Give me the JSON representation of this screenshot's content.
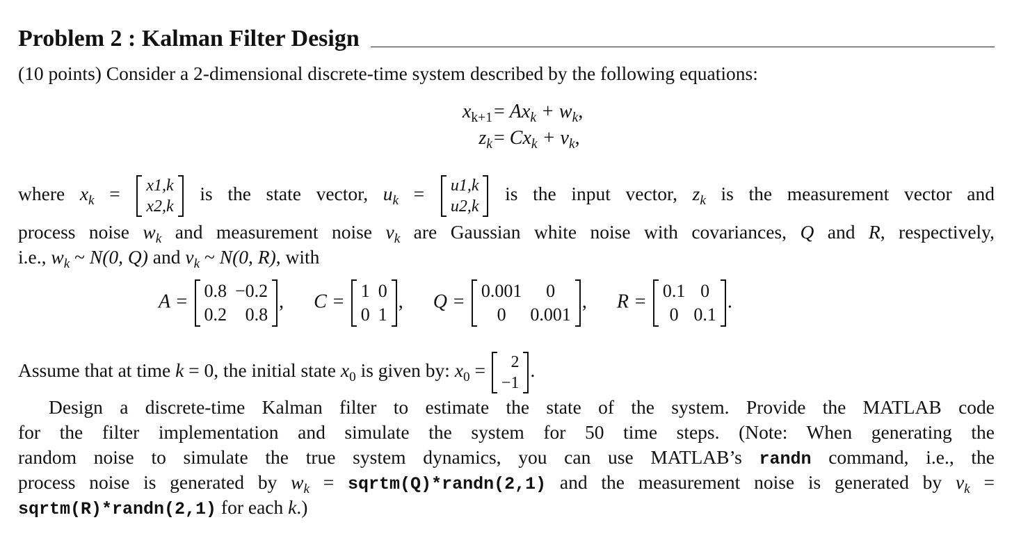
{
  "title": "Problem 2 : Kalman Filter Design",
  "intro": "(10 points) Consider a 2-dimensional discrete-time system described by the following equations:",
  "equations": {
    "eq1_lhs": "x",
    "eq1_lhs_sub": "k+1",
    "eq1_rhs_a": "= ",
    "eq1_rhs_b": "Ax",
    "eq1_rhs_b_sub": "k",
    "eq1_rhs_c": " + w",
    "eq1_rhs_c_sub": "k",
    "eq1_end": ",",
    "eq2_lhs": "z",
    "eq2_lhs_sub": "k",
    "eq2_rhs_a": "= ",
    "eq2_rhs_b": "Cx",
    "eq2_rhs_b_sub": "k",
    "eq2_rhs_c": " + v",
    "eq2_rhs_c_sub": "k",
    "eq2_end": ","
  },
  "where_line": {
    "w1": "where ",
    "xk": "x",
    "eq": " = ",
    "x_vec": [
      "x1,k",
      "x2,k"
    ],
    "w2": " is the state vector, ",
    "uk": "u",
    "u_vec": [
      "u1,k",
      "u2,k"
    ],
    "w3": " is the input vector, ",
    "zk": "z",
    "w4": " is the measurement vector and"
  },
  "noise_line1": {
    "a": "process noise ",
    "wk": "w",
    "b": " and measurement noise ",
    "vk": "v",
    "c": " are Gaussian white noise with covariances, ",
    "Q": "Q",
    "d": " and ",
    "R": "R",
    "e": ", respectively,"
  },
  "noise_line2": {
    "a": "i.e., ",
    "wk": "w",
    "b": " ~ ",
    "dist1": "N(0, Q)",
    "c": " and ",
    "vk": "v",
    "d": " ~ ",
    "dist2": "N(0, R)",
    "e": ", with"
  },
  "matrices": {
    "A_label": "A =",
    "A": [
      [
        "0.8",
        "−0.2"
      ],
      [
        "0.2",
        "0.8"
      ]
    ],
    "C_label": "C =",
    "C": [
      [
        "1",
        "0"
      ],
      [
        "0",
        "1"
      ]
    ],
    "Q_label": "Q =",
    "Q": [
      [
        "0.001",
        "0"
      ],
      [
        "0",
        "0.001"
      ]
    ],
    "R_label": "R =",
    "R": [
      [
        "0.1",
        "0"
      ],
      [
        "0",
        "0.1"
      ]
    ]
  },
  "assume": {
    "a": "Assume that at time ",
    "k": "k",
    "b": " = 0, the initial state ",
    "x0": "x",
    "c": " is given by: ",
    "x0b": "x",
    "d": " = ",
    "vec": [
      "2",
      "−1"
    ]
  },
  "design": {
    "l1": "Design a discrete-time Kalman filter to estimate the state of the system. Provide the MATLAB code",
    "l2": "for the filter implementation and simulate the system for 50 time steps. (Note: When generating the",
    "l3a": "random noise to simulate the true system dynamics, you can use MATLAB’s ",
    "l3code": "randn",
    "l3b": " command, i.e., the",
    "l4a": "process noise is generated by ",
    "l4w": "w",
    "l4eq": " = ",
    "l4code": "sqrtm(Q)*randn(2,1)",
    "l4b": " and the measurement noise is generated by ",
    "l4v": "v",
    "l4eq2": " =",
    "l5code": "sqrtm(R)*randn(2,1)",
    "l5b": " for each ",
    "l5k": "k",
    "l5c": ".)"
  }
}
